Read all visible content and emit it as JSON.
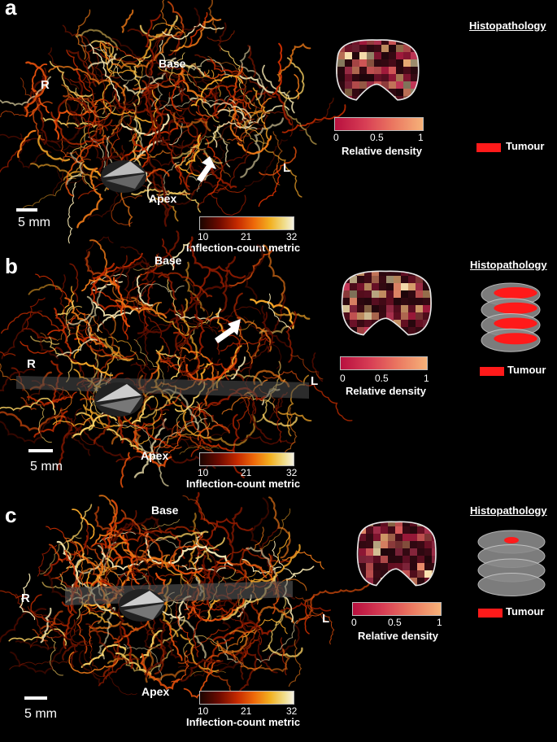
{
  "panels": [
    {
      "id": "a",
      "label": "a",
      "orientation": {
        "base": "Base",
        "apex": "Apex",
        "right": "R",
        "left": "L"
      },
      "scale_bar": "5 mm",
      "inflection_colorbar": {
        "title": "Inflection-count metric",
        "ticks": [
          "10",
          "21",
          "32"
        ]
      },
      "density_colorbar": {
        "title": "Relative density",
        "ticks": [
          "0",
          "0.5",
          "1"
        ]
      },
      "histopathology": {
        "title": "Histopathology",
        "legend": "Tumour"
      }
    },
    {
      "id": "b",
      "label": "b",
      "orientation": {
        "base": "Base",
        "apex": "Apex",
        "right": "R",
        "left": "L"
      },
      "scale_bar": "5 mm",
      "inflection_colorbar": {
        "title": "Inflection-count metric",
        "ticks": [
          "10",
          "21",
          "32"
        ]
      },
      "density_colorbar": {
        "title": "Relative density",
        "ticks": [
          "0",
          "0.5",
          "1"
        ]
      },
      "histopathology": {
        "title": "Histopathology",
        "legend": "Tumour"
      }
    },
    {
      "id": "c",
      "label": "c",
      "orientation": {
        "base": "Base",
        "apex": "Apex",
        "right": "R",
        "left": "L"
      },
      "scale_bar": "5 mm",
      "inflection_colorbar": {
        "title": "Inflection-count metric",
        "ticks": [
          "10",
          "21",
          "32"
        ]
      },
      "density_colorbar": {
        "title": "Relative density",
        "ticks": [
          "0",
          "0.5",
          "1"
        ]
      },
      "histopathology": {
        "title": "Histopathology",
        "legend": "Tumour"
      }
    }
  ],
  "colors": {
    "background": "#000000",
    "tumour": "#ff1a1a",
    "vessel_warm": "#e8561a",
    "vessel_hot": "#f4c85a"
  }
}
